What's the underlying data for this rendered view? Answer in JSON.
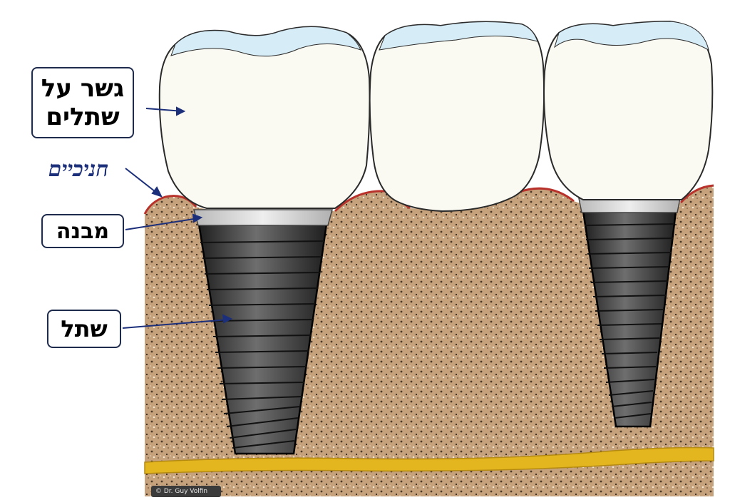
{
  "labels": {
    "bridge": [
      "גשר על",
      "שתלים"
    ],
    "gums": "חניכיים",
    "abutment": "מבנה",
    "implant": "שתל"
  },
  "credit": "© Dr. Guy Volfin",
  "colors": {
    "bone": "#c9a47a",
    "tooth_crown": "#fbfaf2",
    "tooth_enamel_top": "#d6ecf6",
    "gum_line": "#b8322b",
    "implant_dark": "#3a3a3a",
    "abutment": "#cfcfcf",
    "nerve_canal": "#e3b51f",
    "label_border": "#1f2b4d",
    "gums_text": "#1c2f7a"
  }
}
